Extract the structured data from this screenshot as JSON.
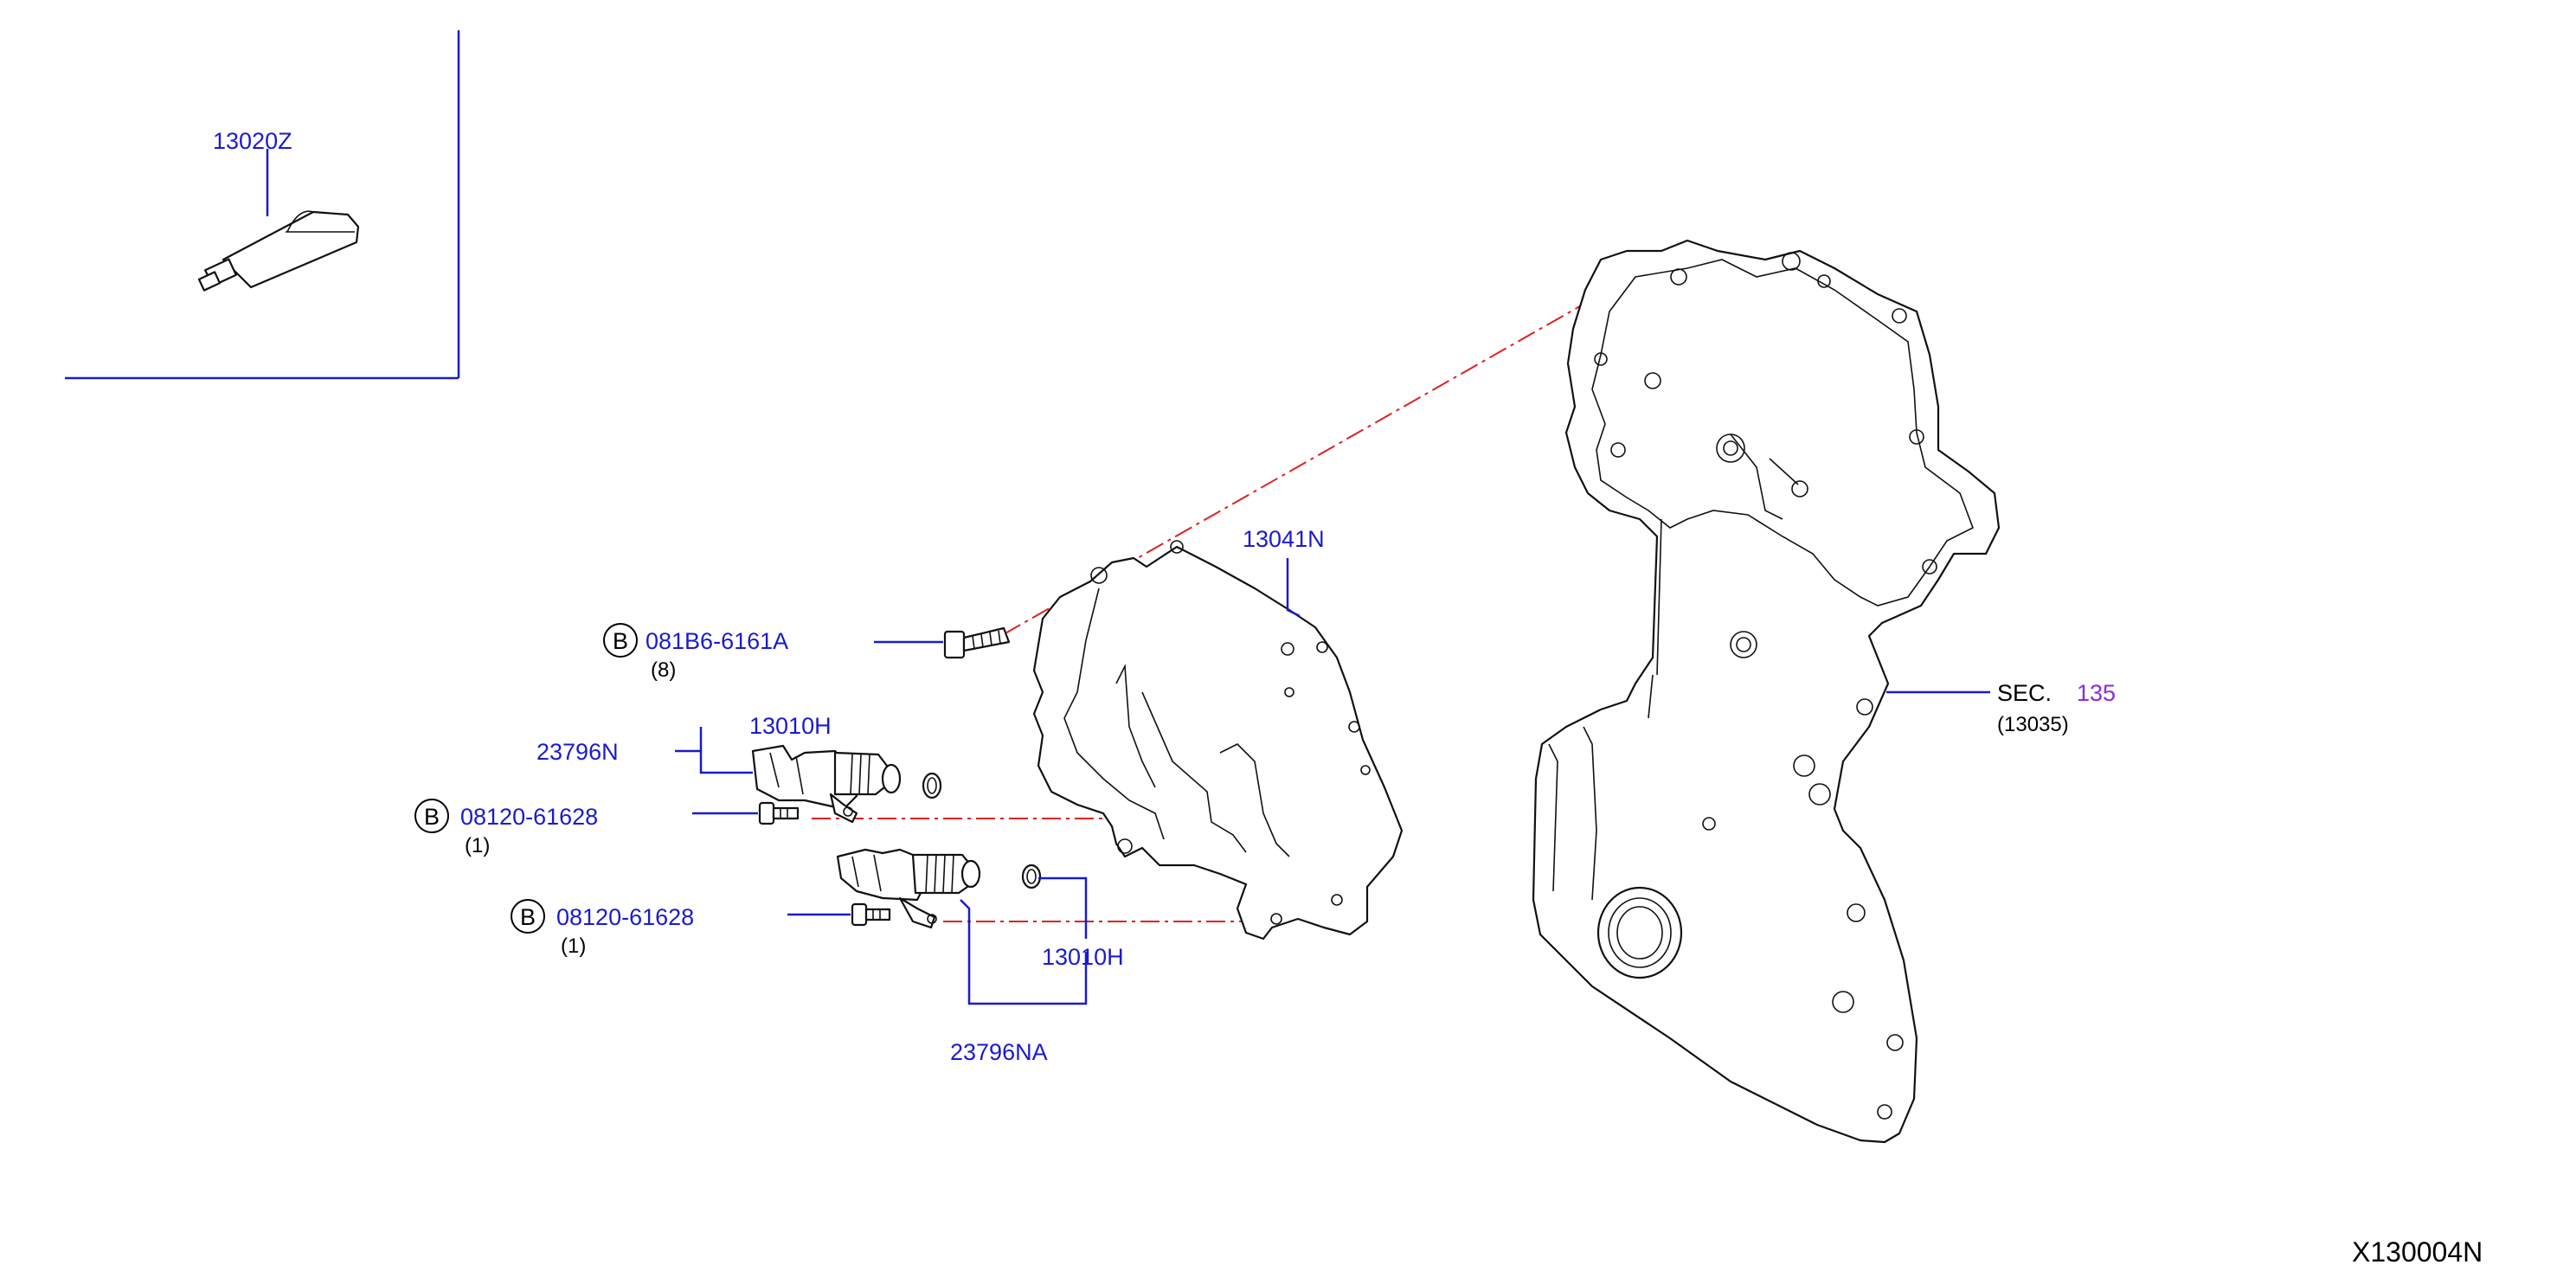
{
  "parts": {
    "tube_label": "13020Z",
    "cover_label": "13041N",
    "bolt_cover_label": "081B6-6161A",
    "bolt_cover_qty": "(8)",
    "seal_upper_label": "13010H",
    "valve_upper_label": "23796N",
    "bolt_upper_label": "08120-61628",
    "bolt_upper_qty": "(1)",
    "bolt_lower_label": "08120-61628",
    "bolt_lower_qty": "(1)",
    "seal_lower_label": "13010H",
    "valve_lower_label": "23796NA",
    "sec_prefix": "SEC.",
    "sec_number": "135",
    "sec_ref": "(13035)",
    "circle_b": "B"
  },
  "diagram_id": "X130004N",
  "colors": {
    "label": "#1a1ad0",
    "section_link": "#8a2be2",
    "phantom_line": "#e02020"
  }
}
